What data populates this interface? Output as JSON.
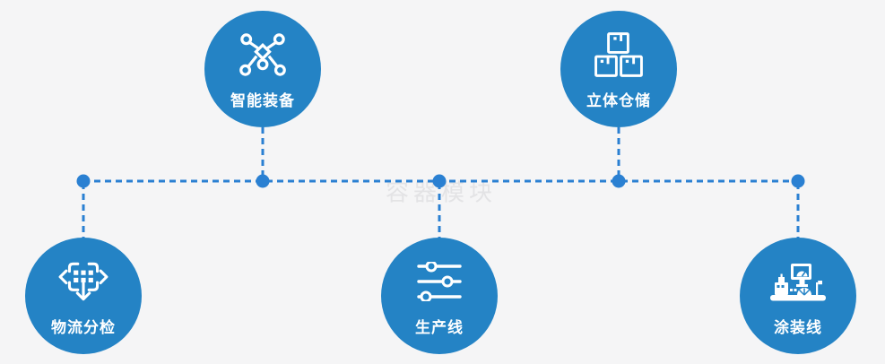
{
  "diagram": {
    "watermark": "容器模块",
    "nodes": [
      {
        "label": "智能装备",
        "icon": "network-nodes-icon",
        "position": "top-left"
      },
      {
        "label": "立体仓储",
        "icon": "stacked-boxes-icon",
        "position": "top-right"
      },
      {
        "label": "物流分检",
        "icon": "sort-distribute-icon",
        "position": "bottom-left"
      },
      {
        "label": "生产线",
        "icon": "sliders-icon",
        "position": "bottom-center"
      },
      {
        "label": "涂装线",
        "icon": "control-station-icon",
        "position": "bottom-right"
      }
    ],
    "colors": {
      "background": "#f5f5f6",
      "circle": "#2483c5",
      "connector": "#2a80d2",
      "label": "#ffffff",
      "watermark": "#e3e3e5"
    }
  }
}
